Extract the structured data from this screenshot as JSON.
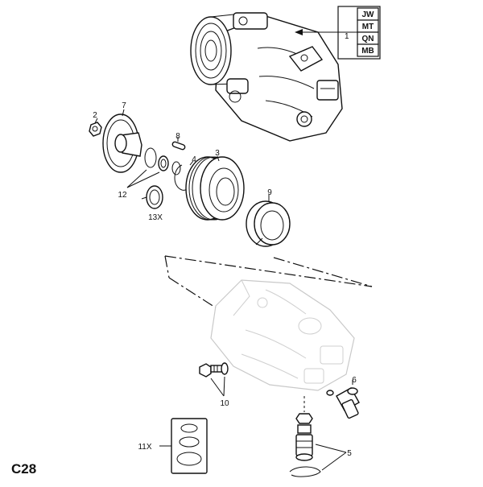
{
  "diagram": {
    "page_code": "C28",
    "variant_codes": [
      "JW",
      "MT",
      "QN",
      "MB"
    ],
    "callouts": {
      "p1": "1",
      "p2": "2",
      "p3": "3",
      "p4": "4",
      "p5": "5",
      "p6": "6",
      "p7": "7",
      "p8": "8",
      "p9": "9",
      "p10": "10",
      "p11": "11X",
      "p12": "12",
      "p13": "13X"
    }
  }
}
